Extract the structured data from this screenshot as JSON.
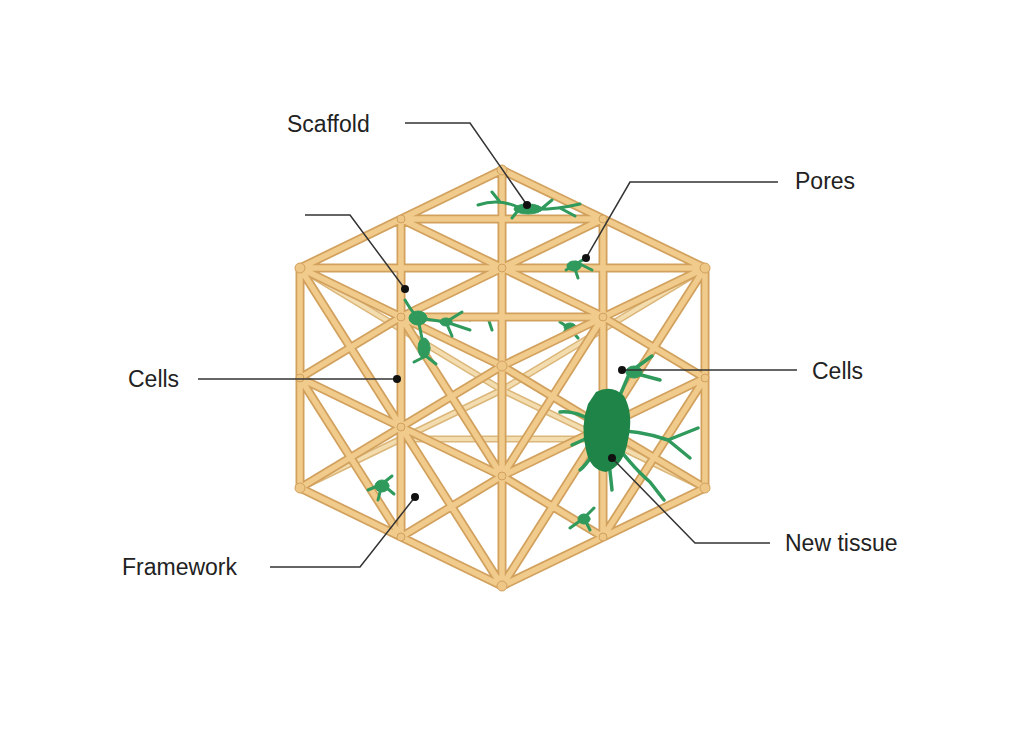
{
  "diagram": {
    "labels": [
      "Scaffold",
      "Pores",
      "Cells",
      "Cells",
      "Framework",
      "New tissue"
    ]
  }
}
